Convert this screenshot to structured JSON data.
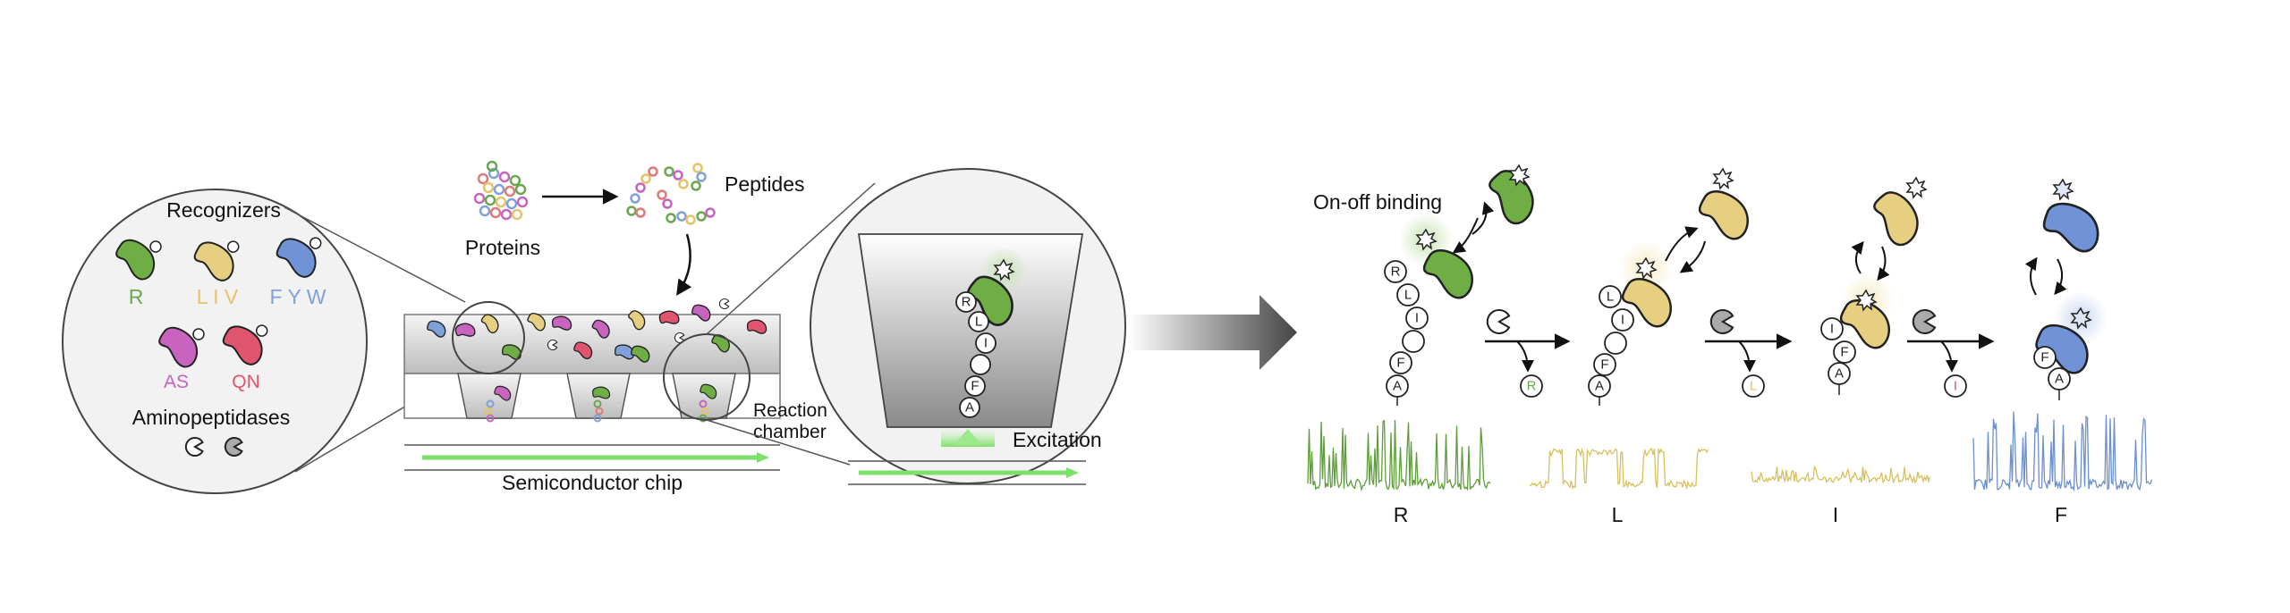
{
  "recognizers_panel": {
    "title": "Recognizers",
    "recognizer_groups": [
      {
        "label": "R",
        "color": "#6aa84f"
      },
      {
        "label": "L I V",
        "color": "#e6c36a"
      },
      {
        "label": "F Y W",
        "color": "#7fa1d9"
      },
      {
        "label": "AS",
        "color": "#c864c0"
      },
      {
        "label": "QN",
        "color": "#e0556d"
      }
    ],
    "aminopeptidases_label": "Aminopeptidases"
  },
  "workflow": {
    "proteins_label": "Proteins",
    "peptides_label": "Peptides",
    "reaction_chamber_label": "Reaction\nchamber",
    "chip_label": "Semiconductor chip",
    "excitation_label": "Excitation"
  },
  "sequencing": {
    "binding_label": "On-off binding",
    "peptide_residues": [
      "R",
      "L",
      "I",
      "F",
      "A"
    ],
    "cleaved_residues": [
      "R",
      "L",
      "I"
    ],
    "traces": [
      {
        "label": "R",
        "color": "#5e9e3a"
      },
      {
        "label": "L",
        "color": "#d8c060"
      },
      {
        "label": "I",
        "color": "#d8c060"
      },
      {
        "label": "F",
        "color": "#6b8fd0"
      }
    ]
  },
  "colors": {
    "green": "#6fae45",
    "yellow": "#e7cf82",
    "blue": "#6f93d6",
    "magenta": "#c864c0",
    "red": "#e0556d",
    "laser": "#7de06a"
  }
}
